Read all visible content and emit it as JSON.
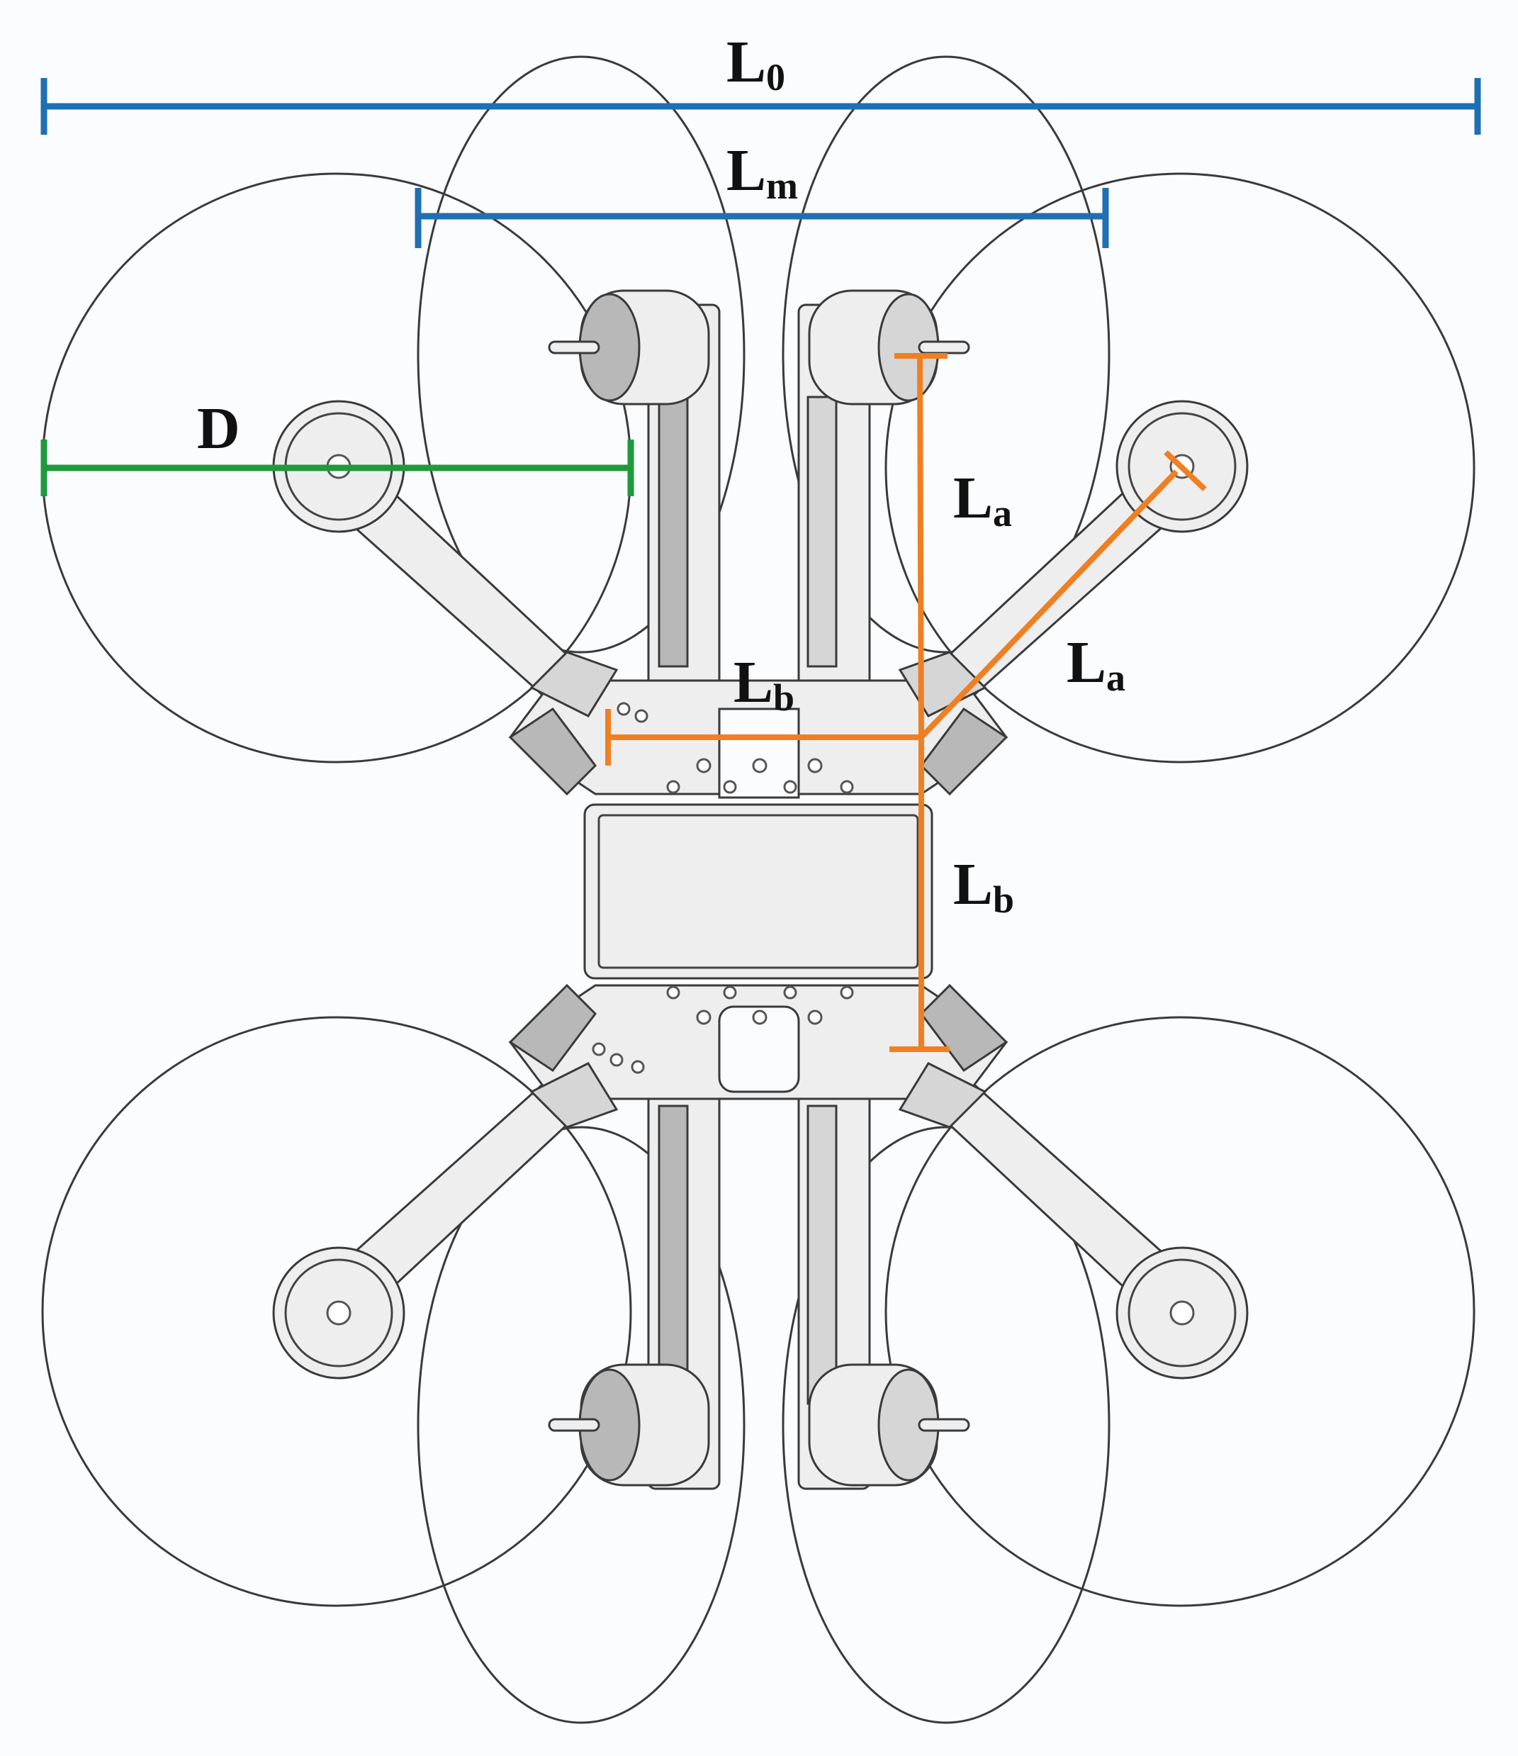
{
  "labels": {
    "L0": {
      "main": "L",
      "sub": "0",
      "color": "#1f6fb4"
    },
    "Lm": {
      "main": "L",
      "sub": "m",
      "color": "#1f6fb4"
    },
    "D": {
      "main": "D",
      "color": "#1e9a3c"
    },
    "La_vertical": {
      "main": "L",
      "sub": "a",
      "color": "#f07f22"
    },
    "La_diagonal": {
      "main": "L",
      "sub": "a",
      "color": "#f07f22"
    },
    "Lb_horizontal": {
      "main": "L",
      "sub": "b",
      "color": "#f07f22"
    },
    "Lb_vertical": {
      "main": "L",
      "sub": "b",
      "color": "#f07f22"
    }
  }
}
